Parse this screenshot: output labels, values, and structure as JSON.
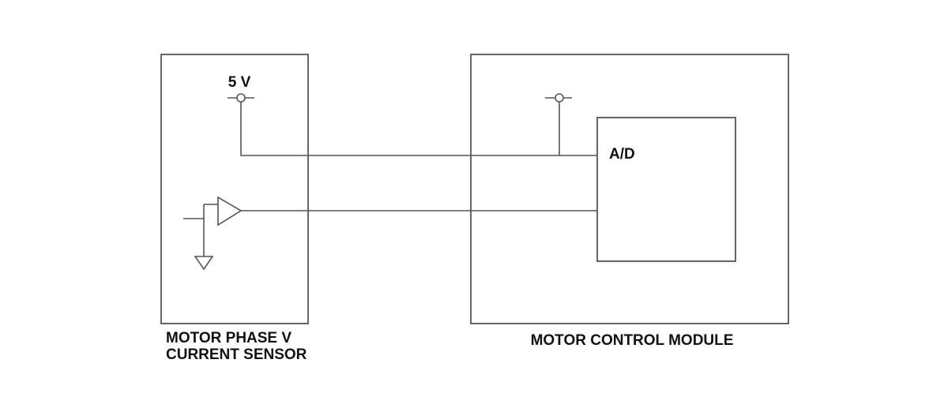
{
  "sensor": {
    "supply_label": "5 V",
    "caption_line1": "MOTOR PHASE V",
    "caption_line2": "CURRENT SENSOR"
  },
  "module": {
    "adc_label": "A/D",
    "caption": "MOTOR CONTROL MODULE"
  },
  "colors": {
    "line": "#555555",
    "text": "#111111"
  }
}
